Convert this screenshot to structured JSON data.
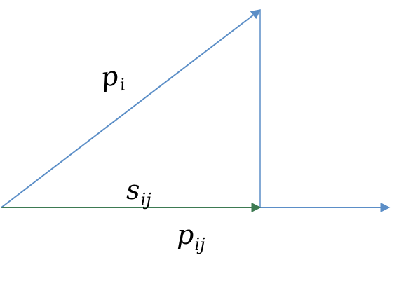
{
  "labels": {
    "p_i": {
      "base": "p",
      "sub": "i"
    },
    "s_ij": {
      "base": "s",
      "sub": "ij"
    },
    "p_ij": {
      "base": "p",
      "sub": "ij"
    }
  },
  "colors": {
    "blue_vector": "#5b8ec7",
    "green_vector": "#3d7a52",
    "text": "#000000"
  }
}
